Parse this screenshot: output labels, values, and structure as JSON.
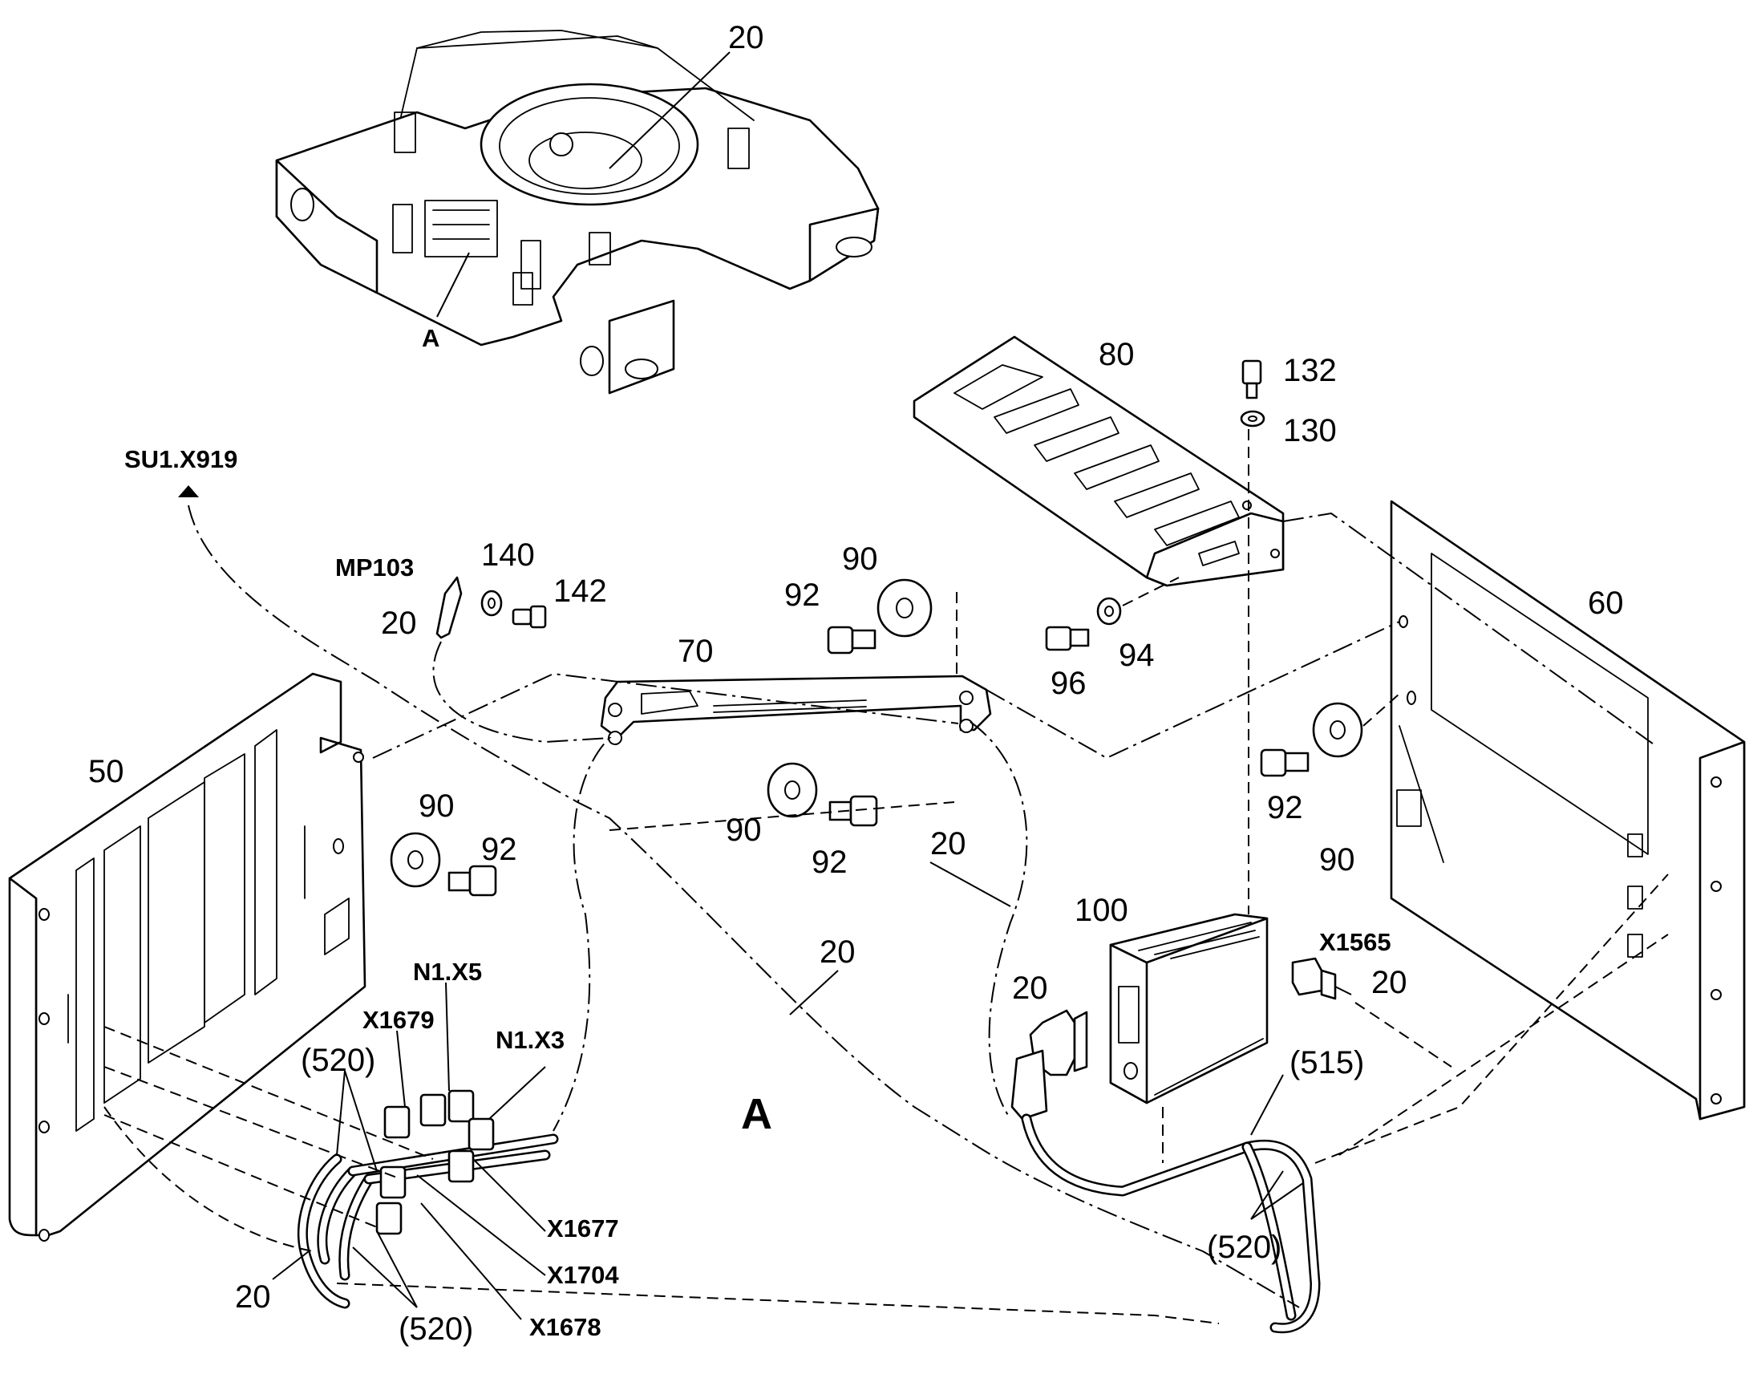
{
  "callouts": {
    "item_20": "20",
    "item_50": "50",
    "item_60": "60",
    "item_70": "70",
    "item_80": "80",
    "item_90": "90",
    "item_92": "92",
    "item_94": "94",
    "item_96": "96",
    "item_100": "100",
    "item_130": "130",
    "item_132": "132",
    "item_140": "140",
    "item_142": "142",
    "ref_515": "(515)",
    "ref_520": "(520)"
  },
  "connectors": {
    "su1_x919": "SU1.X919",
    "mp103": "MP103",
    "n1_x5": "N1.X5",
    "n1_x3": "N1.X3",
    "x1679": "X1679",
    "x1677": "X1677",
    "x1704": "X1704",
    "x1678": "X1678",
    "x1565": "X1565"
  },
  "views": {
    "detail_a": "A"
  }
}
